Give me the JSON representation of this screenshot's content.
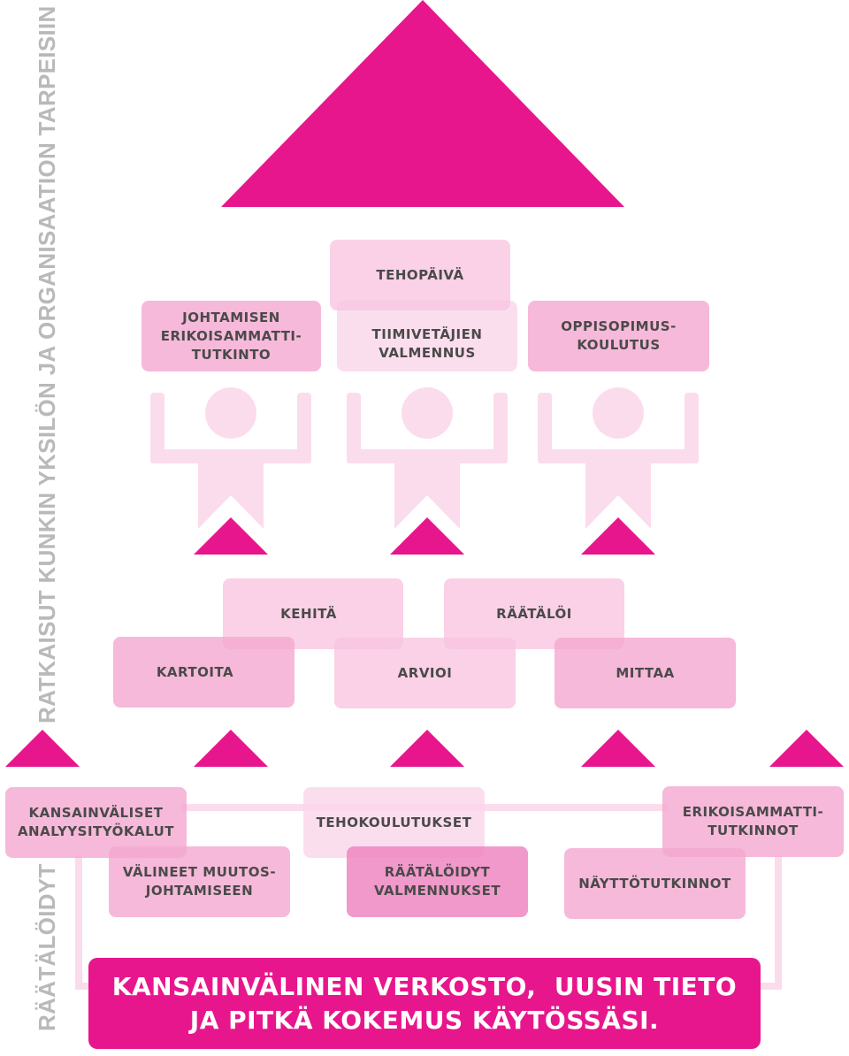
{
  "colors": {
    "magenta": "#e8168c",
    "light_pink": "#fbd8eb",
    "medium_pink": "#f4a8d0",
    "grey_text": "#b9b9b9",
    "dark_text": "#4a4a4a"
  },
  "side_labels": {
    "top": "RATKAISUT KUNKIN YKSILÖN JA ORGANISAATION TARPEISIIN",
    "bottom": "RÄÄTÄLÖIDYT"
  },
  "top_boxes": {
    "johtamisen": "JOHTAMISEN\nERIKOISAMMATTI-\nTUTKINTO",
    "tehopaiva": "TEHOPÄIVÄ",
    "tiimivetajien": "TIIMIVETÄJIEN\nVALMENNUS",
    "oppisopimus": "OPPISOPIMUS-\nKOULUTUS"
  },
  "process_boxes": {
    "kehita": "KEHITÄ",
    "raataloi": "RÄÄTÄLÖI",
    "kartoita": "KARTOITA",
    "arvioi": "ARVIOI",
    "mittaa": "MITTAA"
  },
  "bottom_boxes": {
    "kansainvaliset": "KANSAINVÄLISET\nANALYYSITYÖKALUT",
    "tehokoulutukset": "TEHOKOULUTUKSET",
    "erikoisammatti": "ERIKOISAMMATTI-\nTUTKINNOT",
    "valineet": "VÄLINEET MUUTOS-\nJOHTAMISEEN",
    "raataloidyt_valmennukset": "RÄÄTÄLÖIDYT\nVALMENNUKSET",
    "nayttotutkinnot": "NÄYTTÖTUTKINNOT"
  },
  "banner": {
    "line1": "KANSAINVÄLINEN VERKOSTO,  UUSIN TIETO",
    "line2": "JA PITKÄ KOKEMUS KÄYTÖSSÄSI."
  }
}
